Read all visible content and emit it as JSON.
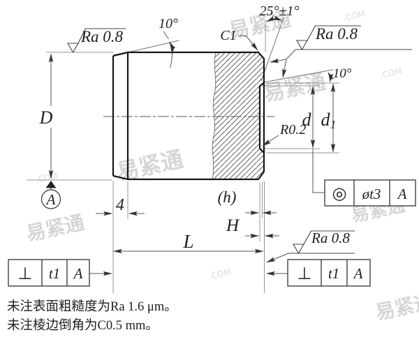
{
  "labels": {
    "roughness_top_left": "Ra 0.8",
    "roughness_top_right": "Ra 0.8",
    "roughness_bottom_right": "Ra 0.8",
    "angle_taper_left": "10°",
    "angle_chamfer": "25°±1°",
    "angle_cone_right": "10°",
    "chamfer": "C1",
    "fillet_radius": "R0.2",
    "dia_outer": "D",
    "dia_recess": "d",
    "dia_rim_base": "d",
    "dia_rim_sub": "1",
    "taper_length": "4",
    "depth_small": "(h)",
    "depth_big": "H",
    "length": "L",
    "datum": "A"
  },
  "feature_control_frames": {
    "left": {
      "symbol": "⊥",
      "tolerance": "t1",
      "datum": "A"
    },
    "right": {
      "symbol": "⊥",
      "tolerance": "t1",
      "datum": "A"
    },
    "coaxiality": {
      "symbol": "◎",
      "tolerance": "øt3",
      "datum": "A"
    }
  },
  "notes": {
    "line1": "未注表面粗糙度为Ra 1.6 μm。",
    "line2": "未注棱边倒角为C0.5 mm。"
  },
  "watermark": {
    "brand": "易紧通",
    "fragment": ".COM"
  }
}
